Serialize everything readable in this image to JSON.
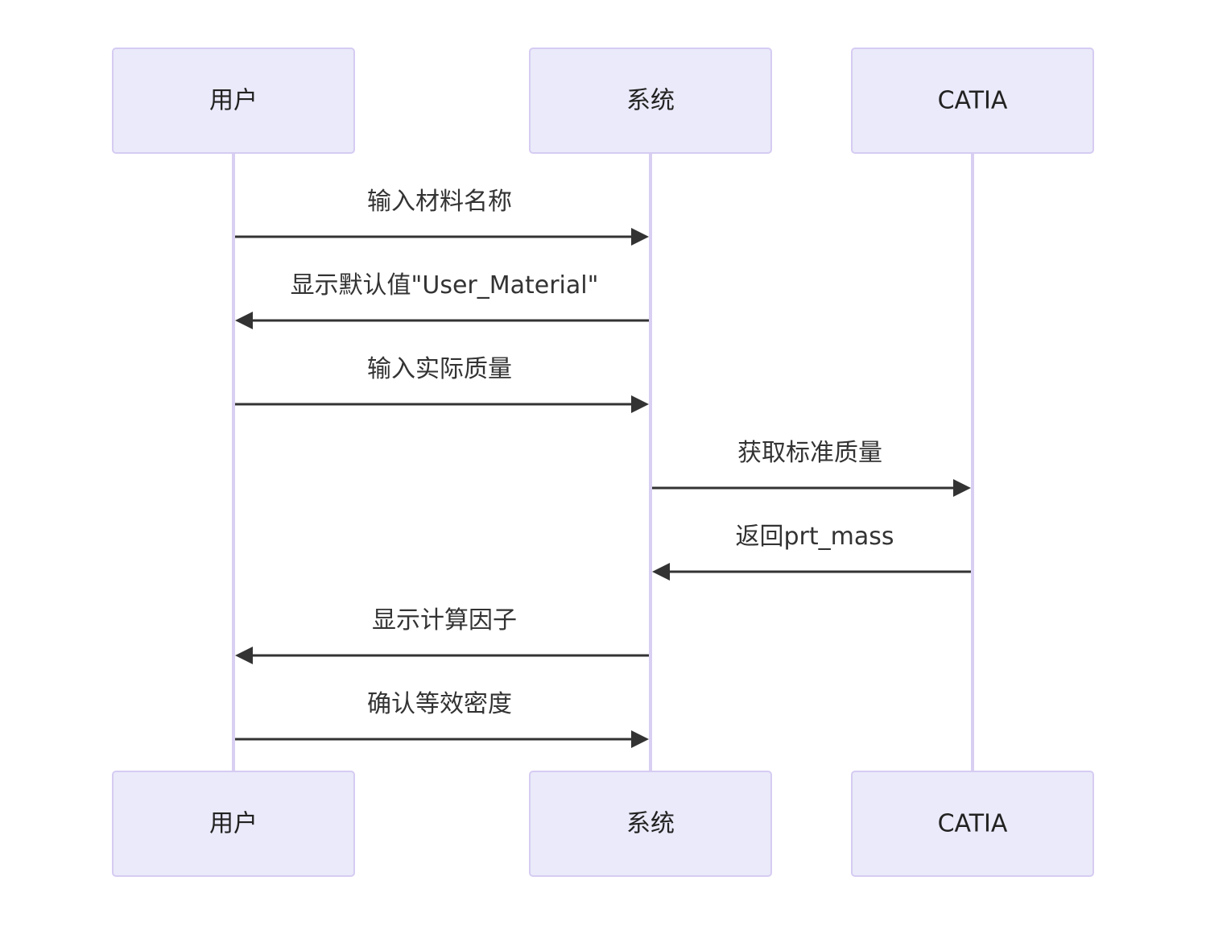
{
  "participants": [
    {
      "id": "user",
      "label": "用户"
    },
    {
      "id": "system",
      "label": "系统"
    },
    {
      "id": "catia",
      "label": "CATIA"
    }
  ],
  "messages": [
    {
      "from": "user",
      "to": "system",
      "label": "输入材料名称"
    },
    {
      "from": "system",
      "to": "user",
      "label": "显示默认值\"User_Material\""
    },
    {
      "from": "user",
      "to": "system",
      "label": "输入实际质量"
    },
    {
      "from": "system",
      "to": "catia",
      "label": "获取标准质量"
    },
    {
      "from": "catia",
      "to": "system",
      "label": "返回prt_mass"
    },
    {
      "from": "system",
      "to": "user",
      "label": "显示计算因子"
    },
    {
      "from": "user",
      "to": "system",
      "label": "确认等效密度"
    }
  ],
  "colors": {
    "actor_fill": "#eaeafa",
    "actor_border": "#d6ccf2",
    "lifeline": "#d9cff2",
    "arrow": "#333333",
    "text": "#333333"
  }
}
